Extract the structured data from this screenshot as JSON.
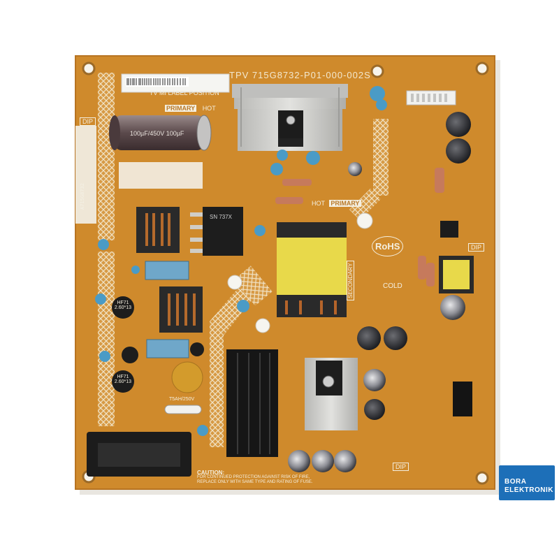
{
  "board": {
    "part_number": "TPV 715G8732-P01-000-002S",
    "label_position": "TV MI LABEL POSITION",
    "primary_hot": "PRIMARY",
    "hot": "HOT",
    "hot2": "HOT",
    "primary2": "PRIMARY",
    "secondary": "SECONDARY",
    "cold": "COLD",
    "rohs": "RoHS",
    "dip_left": "DIP",
    "dip_right": "DIP",
    "dip_bottom": "DIP",
    "caution_title": "CAUTION:",
    "caution_line1": "FOR CONTINUED PROTECTION AGAINST RISK OF FIRE,",
    "caution_line2": "REPLACE ONLY WITH SAME TYPE AND RATING OF FUSE.",
    "cap_label": "100µF/450V 100µF",
    "coil_label_1": "HF71 2.60*13",
    "coil_label_2": "HF71 2.60*13",
    "fuse_label": "T5AH/250V",
    "bridge_label": "SN 737X"
  },
  "watermark": {
    "line1": "BORA",
    "line2": "ELEKTRONIK"
  },
  "colors": {
    "pcb": "#cf8a2c",
    "pcb_light": "#dca04a",
    "silkscreen": "#f4efe0",
    "heatsink": "#c9c9c6",
    "transformer_yellow": "#e8d94a",
    "ceramic_cap": "#4a9bc6",
    "x_cap": "#6fa7c9",
    "logo_blue": "#1d6fb8"
  },
  "icons": [
    "rohs-logo-icon",
    "bora-logo-icon"
  ]
}
